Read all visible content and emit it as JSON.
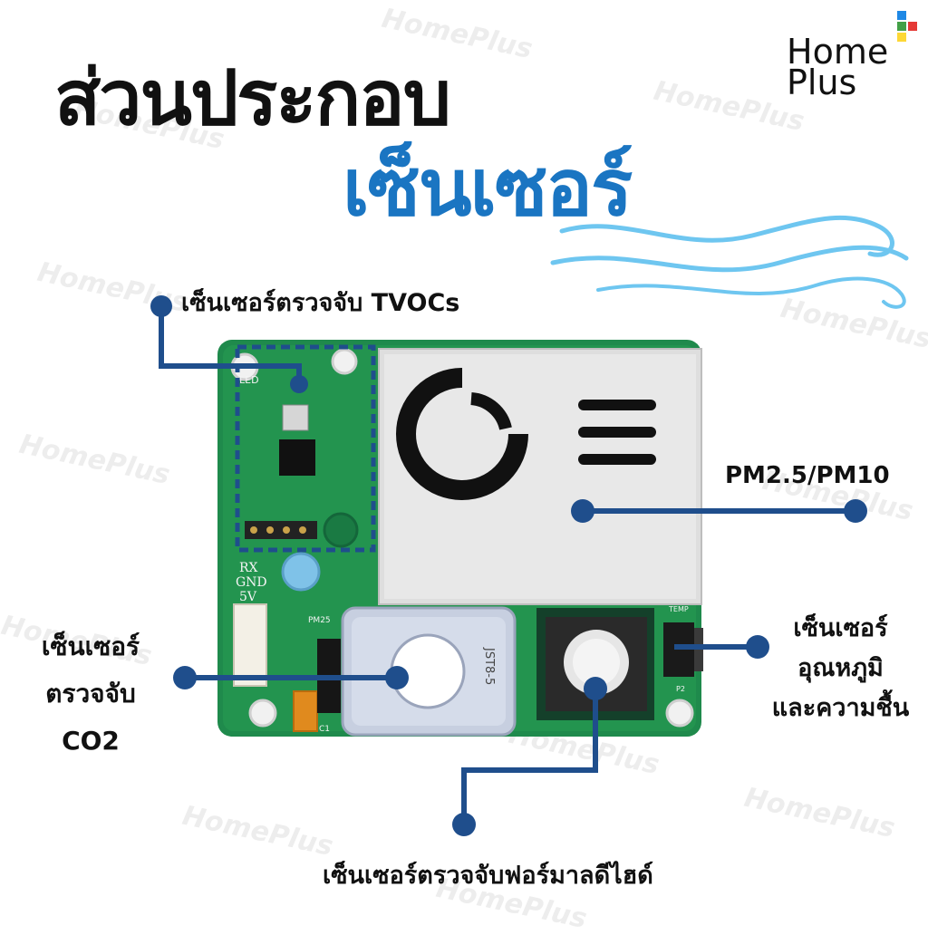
{
  "title": {
    "line1": "ส่วนประกอบ",
    "line2": "เซ็นเซอร์"
  },
  "logo": {
    "line1": "Home",
    "line2": "Plus"
  },
  "watermark": "HomePlus",
  "labels": {
    "tvoc": "เซ็นเซอร์ตรวจจับ TVOCs",
    "pm": "PM2.5/PM10",
    "temp_line1": "เซ็นเซอร์",
    "temp_line2": "อุณหภูมิ",
    "temp_line3": "และความชื้น",
    "co2_line1": "เซ็นเซอร์",
    "co2_line2": "ตรวจจับ",
    "co2_line3": "CO2",
    "formaldehyde": "เซ็นเซอร์ตรวจจับฟอร์มาลดีไฮด์"
  },
  "board": {
    "silk_led": "LED",
    "silk_rx": "RX",
    "silk_gnd": "GND",
    "silk_5v": "5V",
    "silk_pm25": "PM25",
    "silk_temp": "TEMP",
    "silk_p2": "P2",
    "silk_c1": "C1",
    "co2_module_text": "JST8-5"
  },
  "colors": {
    "title_blue": "#1a75c2",
    "connector_blue": "#1f4e8c",
    "pcb_green": "#1f8a4c",
    "logo_red": "#e53935",
    "logo_green": "#43a047",
    "logo_blue": "#1e88e5",
    "logo_yellow": "#fdd835"
  }
}
